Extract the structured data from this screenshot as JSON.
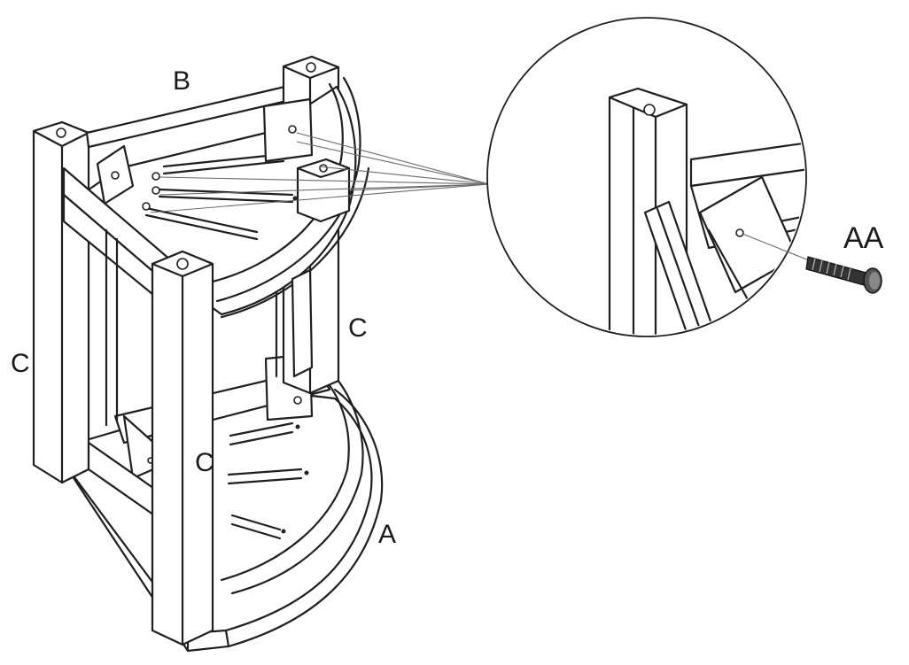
{
  "labels": {
    "a": "A",
    "b": "B",
    "c_left": "C",
    "c_right": "C",
    "c_front": "C",
    "aa": "AA"
  }
}
